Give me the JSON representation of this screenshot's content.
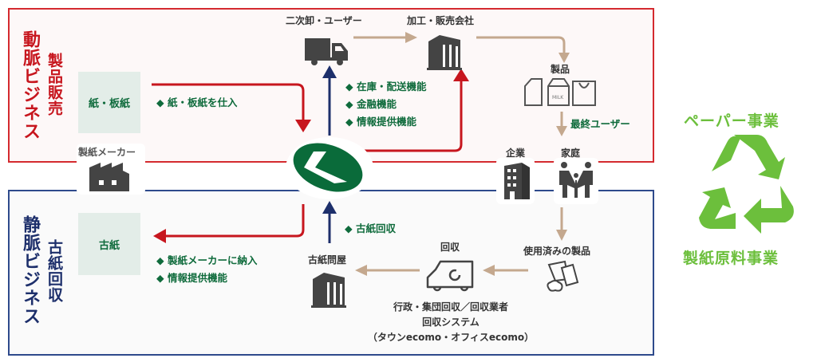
{
  "arterial": {
    "title": "動脈ビジネス",
    "subtitle": "製品販売",
    "paper_box": "紙・板紙",
    "purchase_note": "紙・板紙を仕入",
    "services": [
      "在庫・配送機能",
      "金融機能",
      "情報提供機能"
    ],
    "nodes": {
      "wholesaler": "二次卸・ユーザー",
      "processor": "加工・販売会社",
      "products": "製品",
      "end_user": "最終ユーザー",
      "company": "企業",
      "household": "家庭"
    },
    "product_icons": [
      "document-icon",
      "milk-carton-icon",
      "shopping-bag-icon"
    ],
    "milk_label": "MILK"
  },
  "manufacturer": "製紙メーカー",
  "venous": {
    "title": "静脈ビジネス",
    "subtitle": "古紙回収",
    "paper_box": "古紙",
    "services": [
      "製紙メーカーに納入",
      "情報提供機能"
    ],
    "collection_note": "古紙回収",
    "nodes": {
      "wholesaler": "古紙問屋",
      "collection": "回収",
      "used_products": "使用済みの製品"
    },
    "collection_desc": [
      "行政・集団回収／回収業者",
      "回収システム",
      "（タウンecomo・オフィスecomo）"
    ]
  },
  "side": {
    "top": "ペーパー事業",
    "bottom": "製紙原料事業"
  },
  "colors": {
    "artery": "#d42a2f",
    "vein": "#2e4a8c",
    "flow": "#c4a88e",
    "green_text": "#0f6b3c",
    "recycle": "#6cbf3c",
    "logo": "#0a6b3a"
  }
}
